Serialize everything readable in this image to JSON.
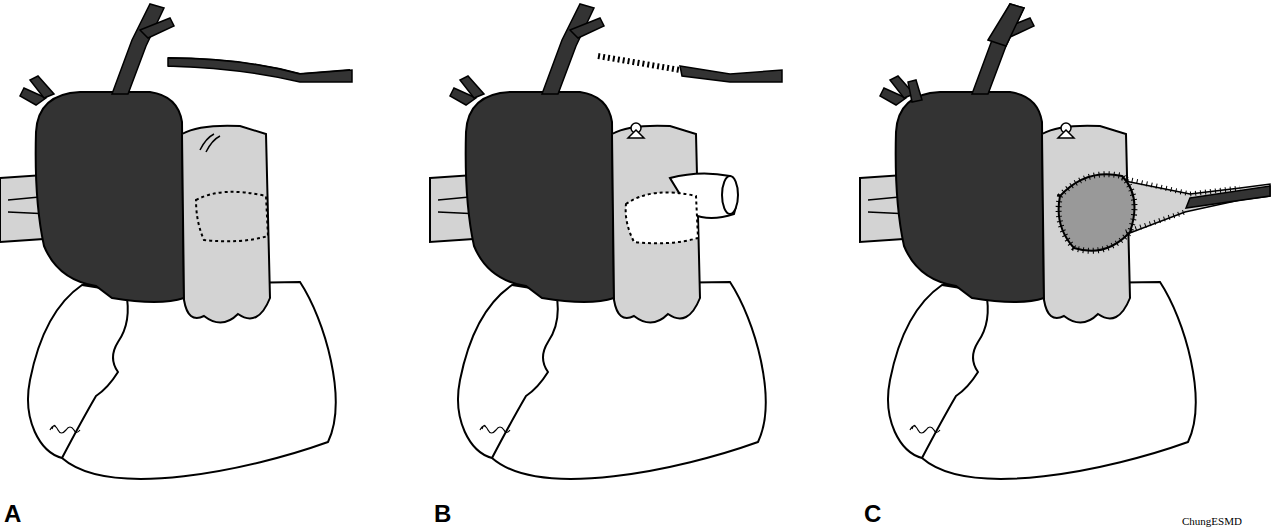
{
  "diagram": {
    "labels": [
      "A",
      "B",
      "C",
      "ChungESMD"
    ]
  }
}
